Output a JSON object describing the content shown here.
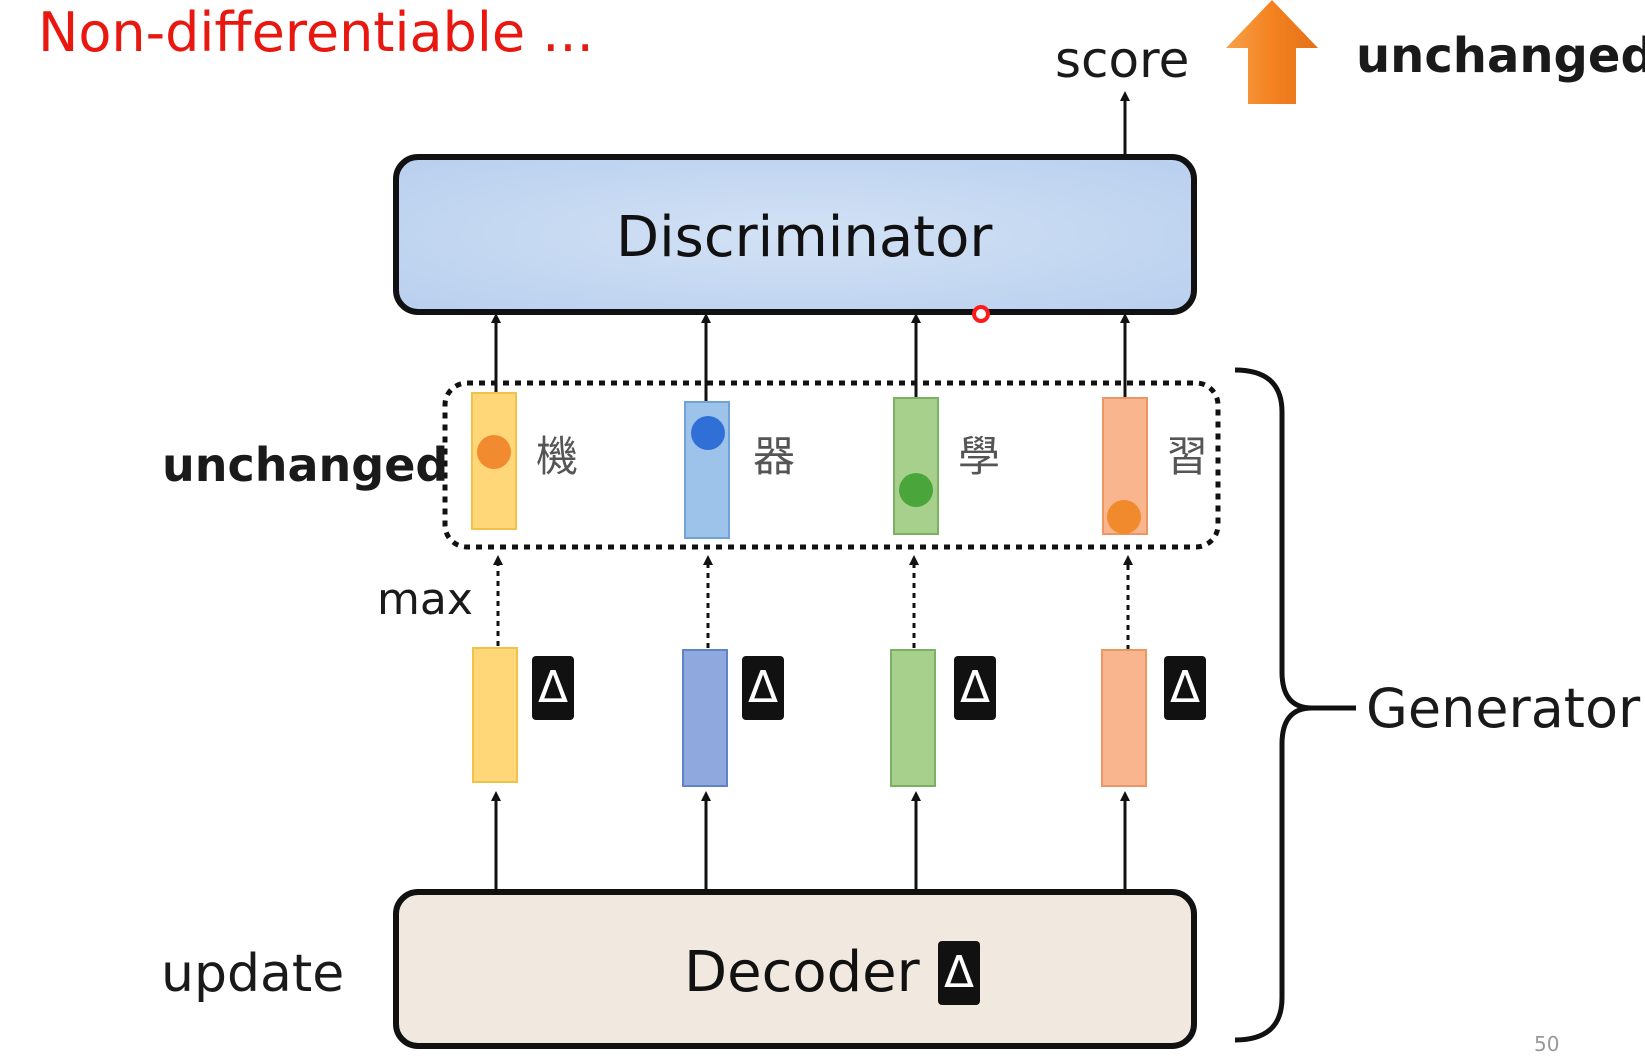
{
  "title": "Non-differentiable ...",
  "score_label": "score",
  "top_status": "unchanged",
  "left_status": "unchanged",
  "max_label": "max",
  "update_label": "update",
  "generator_label": "Generator",
  "discriminator_label": "Discriminator",
  "decoder_label": "Decoder",
  "delta_symbol": "Δ",
  "page_number": "50",
  "tokens": [
    {
      "char": "機",
      "color": "#ffd779",
      "border": "#f0c24a",
      "dot": "#f28b30"
    },
    {
      "char": "器",
      "color": "#9dc3ea",
      "border": "#6fa3d8",
      "dot": "#2f6fd6"
    },
    {
      "char": "學",
      "color": "#a7d08c",
      "border": "#7cb062",
      "dot": "#4aa53a"
    },
    {
      "char": "習",
      "color": "#f9b58d",
      "border": "#ee9564",
      "dot": "#f08a2c"
    }
  ],
  "lower_bars": [
    {
      "color": "#ffd779",
      "border": "#f0c24a"
    },
    {
      "color": "#8fa9df",
      "border": "#5f82c8"
    },
    {
      "color": "#a7d08c",
      "border": "#7cb062"
    },
    {
      "color": "#f9b58d",
      "border": "#ee9564"
    }
  ],
  "colors": {
    "title": "#e8170f",
    "up_arrow": "#f4821f",
    "discriminator_fill": "#c7d9f1",
    "decoder_fill": "#f1e8df"
  }
}
